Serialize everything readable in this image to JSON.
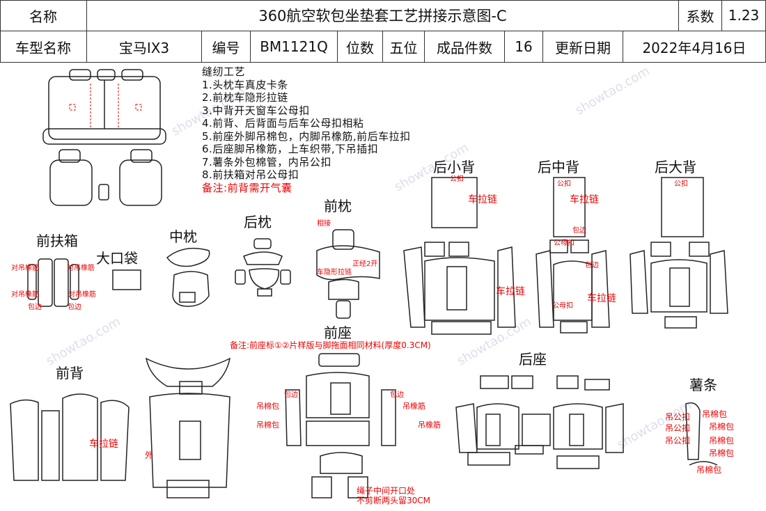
{
  "header": {
    "name_label": "名称",
    "title": "360航空软包坐垫套工艺拼接示意图-C",
    "coef_label": "系数",
    "coef_value": "1.23",
    "model_label": "车型名称",
    "model_value": "宝马IX3",
    "code_label": "编号",
    "code_value": "BM1121Q",
    "seats_label": "位数",
    "seats_value": "五位",
    "pieces_label": "成品件数",
    "pieces_value": "16",
    "date_label": "更新日期",
    "date_value": "2022年4月16日"
  },
  "notes": {
    "title": "缝纫工艺",
    "items": [
      "1.头枕车真皮卡条",
      "2.前枕车隐形拉链",
      "3.中背开天窗车公母扣",
      "4.前背、后背面与后车公母扣相粘",
      "5.前座外脚吊棉包，内脚吊橡筋,前后车拉扣",
      "6.后座脚吊橡筋，上车织带,下吊插扣",
      "7.薯条外包棉管，内吊公扣",
      "8.前扶箱对吊公母扣"
    ],
    "remark": "备注:前背需开气囊"
  },
  "sections": {
    "front_armrest": "前扶箱",
    "big_pocket": "大口袋",
    "middle_pillow": "中枕",
    "rear_pillow": "后枕",
    "front_pillow": "前枕",
    "rear_small_back": "后小背",
    "rear_middle_back": "后中背",
    "rear_big_back": "后大背",
    "front_seat": "前座",
    "front_back": "前背",
    "rear_seat": "后座",
    "fries": "薯条"
  },
  "annotations": {
    "front_seat_remark": "备注:前座标①②片样版与脚拖面相同材料(厚度0.3CM)",
    "rope_note1": "绳子中间开口处",
    "rope_note2": "不剪断两头留30CM",
    "armrest_a": "对吊橡筋",
    "armrest_b": "包边",
    "male_button": "公扣",
    "zipper": "车拉链",
    "edge": "包边",
    "male_female": "公母扣",
    "hang_cotton": "吊棉包",
    "hang_rubber": "吊橡筋",
    "weld": "相接",
    "hidden_zip": "车隐形拉链",
    "open_2": "正经2开",
    "outside": "外",
    "male_hang": "吊公扣",
    "cotton_pack": "吊棉包"
  },
  "watermark": "showtao.com"
}
